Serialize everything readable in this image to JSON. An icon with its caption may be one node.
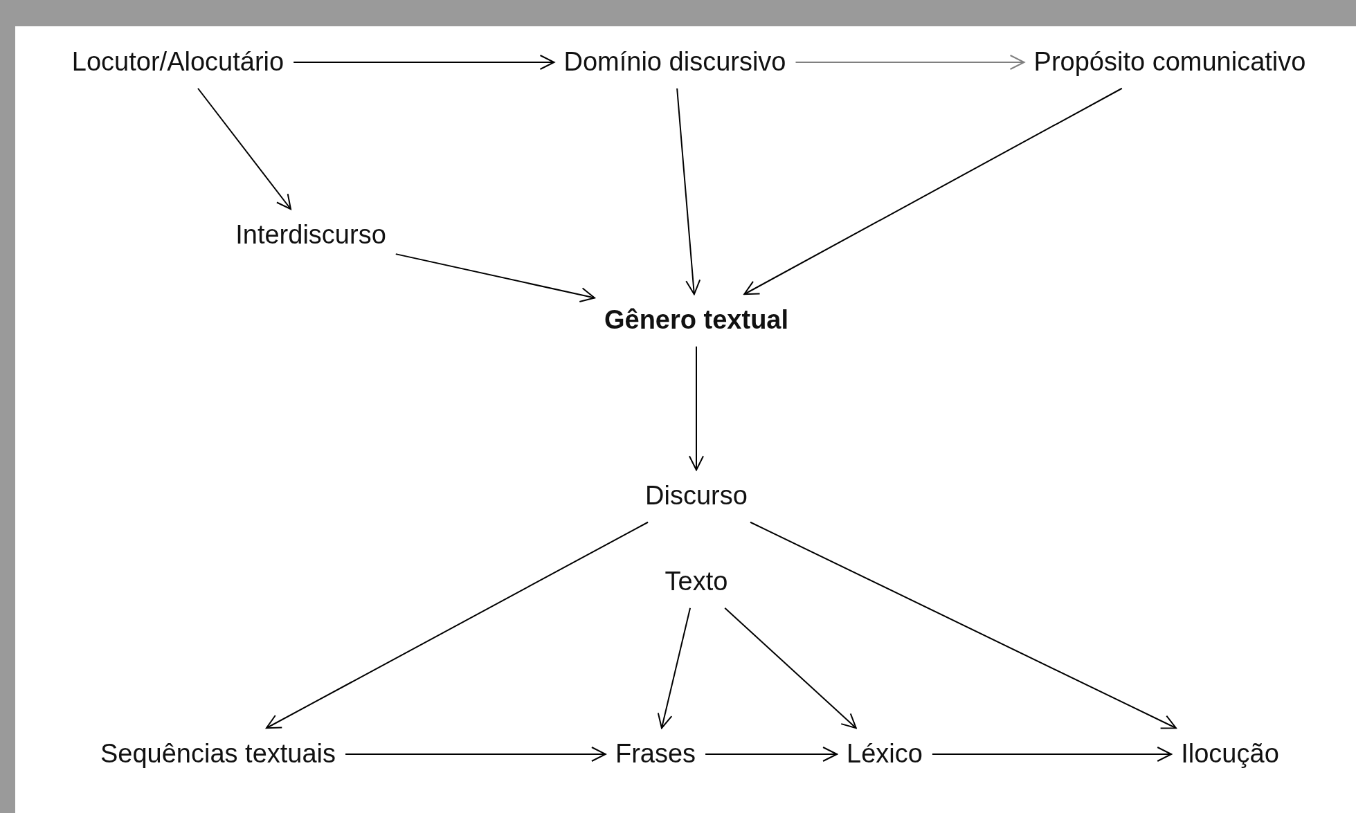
{
  "diagram": {
    "nodes": [
      {
        "text": [
          "Locutor/Alocutário"
        ]
      },
      {
        "text": [
          "Domínio discursivo"
        ]
      },
      {
        "text": [
          "Propósito comunicativo"
        ]
      },
      {
        "text": [
          "Interdiscurso"
        ]
      },
      {
        "text": [
          "Gênero textual"
        ]
      },
      {
        "text": [
          "Discurso"
        ]
      },
      {
        "text": [
          "Texto"
        ]
      },
      {
        "text": [
          "Sequências textuais"
        ]
      },
      {
        "text": [
          "Frases"
        ]
      },
      {
        "text": [
          "Léxico"
        ]
      },
      {
        "text": [
          "Ilocução"
        ]
      }
    ],
    "edges": [
      {
        "from": 0,
        "to": 1,
        "arrow": "to"
      },
      {
        "from": 1,
        "to": 2,
        "arrow": "to",
        "color": "#808080"
      },
      {
        "from": 0,
        "to": 3,
        "arrow": "to"
      },
      {
        "from": 1,
        "to": 4,
        "arrow": "to"
      },
      {
        "from": 2,
        "to": 4,
        "arrow": "to"
      },
      {
        "from": 3,
        "to": 4,
        "arrow": "to"
      },
      {
        "from": 4,
        "to": 5,
        "arrow": "to"
      },
      {
        "from": 5,
        "to": 7,
        "arrow": "to"
      },
      {
        "from": 5,
        "to": 10,
        "arrow": "to"
      },
      {
        "from": 6,
        "to": 8,
        "arrow": "to"
      },
      {
        "from": 6,
        "to": 9,
        "arrow": "to"
      },
      {
        "from": 7,
        "to": 8,
        "arrow": "to"
      },
      {
        "from": 8,
        "to": 9,
        "arrow": "to"
      },
      {
        "from": 9,
        "to": 10,
        "arrow": "to"
      }
    ]
  }
}
